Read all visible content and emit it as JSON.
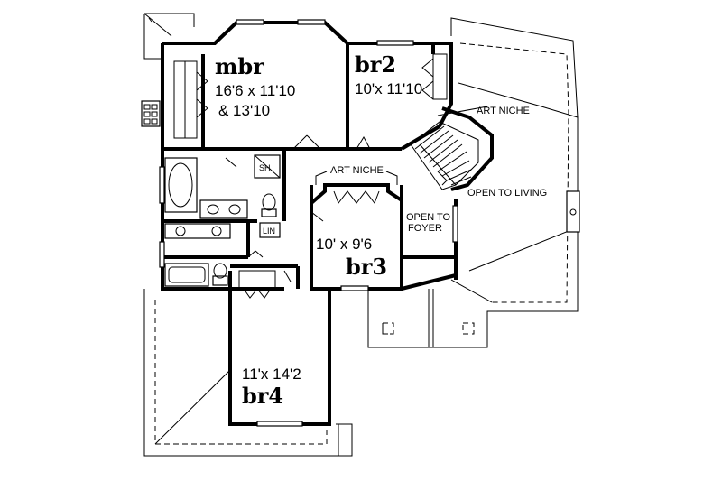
{
  "rooms": {
    "mbr": {
      "name": "mbr",
      "dim1": "16'6 x 11'10",
      "dim2": "& 13'10"
    },
    "br2": {
      "name": "br2",
      "dim": "10'x 11'10"
    },
    "br3": {
      "name": "br3",
      "dim": "10' x 9'6"
    },
    "br4": {
      "name": "br4",
      "dim": "11'x 14'2"
    }
  },
  "labels": {
    "art_niche_upper": "ART NICHE",
    "art_niche_lower": "ART NICHE",
    "open_to_living": "OPEN TO LIVING",
    "open_to_foyer_1": "OPEN TO",
    "open_to_foyer_2": "FOYER",
    "shower": "SH",
    "linen": "LIN"
  }
}
